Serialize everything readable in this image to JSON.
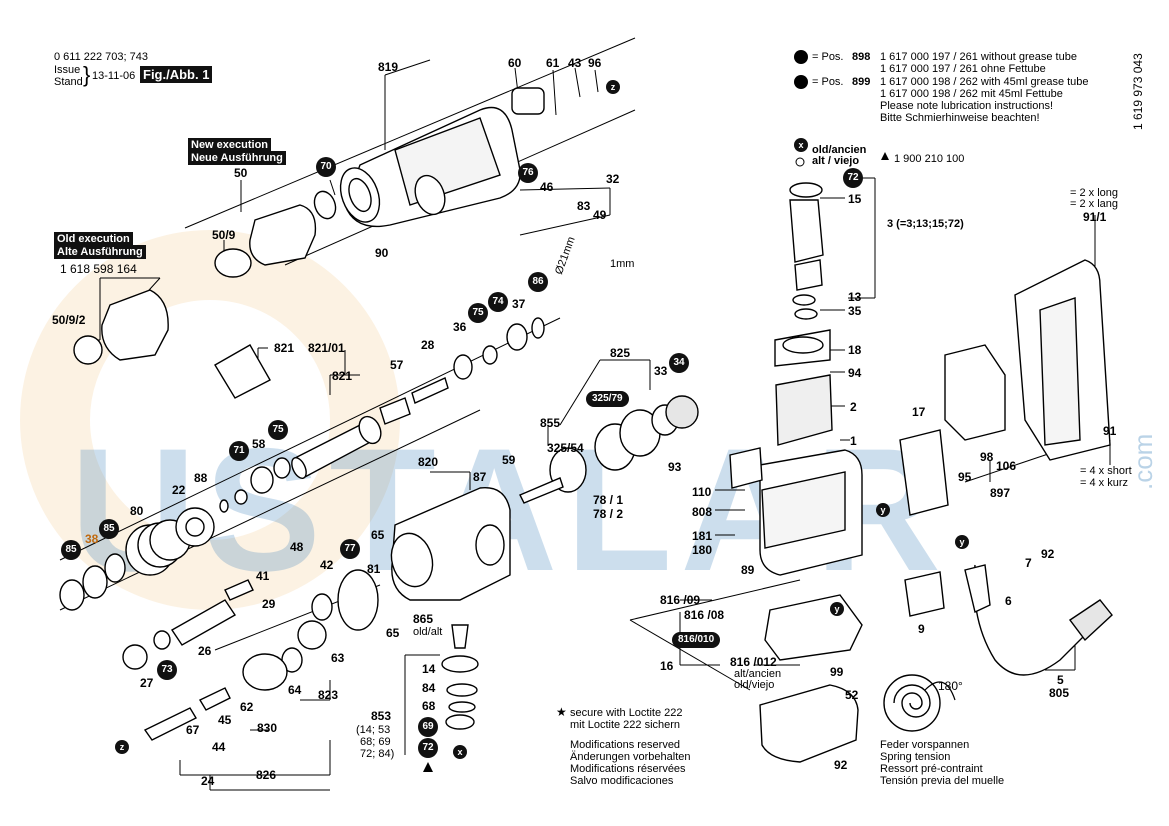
{
  "header": {
    "doc_number": "0 611 222 703; 743",
    "issue_label": "Issue",
    "stand_label": "Stand",
    "issue_date": "13-11-06",
    "fig_label": "Fig./Abb. 1",
    "side_code": "1 619 973 043"
  },
  "grease_note": {
    "pos898": "= Pos.",
    "pos898_num": "898",
    "pos899": "= Pos.",
    "pos899_num": "899",
    "line1": "1 617 000 197 / 261  without grease tube",
    "line2": "1 617 000 197 / 261  ohne Fettube",
    "line3": "1 617 000 198 / 262  with 45ml grease tube",
    "line4": "1 617 000 198 / 262  mit 45ml Fettube",
    "line5": "Please note lubrication instructions!",
    "line6": "Bitte Schmierhinweise beachten!"
  },
  "old_new_note": {
    "line1": "old/ancien",
    "line2": "alt / viejo",
    "part": "1 900 210 100"
  },
  "execution": {
    "new_en": "New execution",
    "new_de": "Neue Ausführung",
    "old_en": "Old execution",
    "old_de": "Alte Ausführung",
    "old_part": "1 618 598 164"
  },
  "lengths": {
    "long1": "= 2 x long",
    "long2": "= 2 x lang",
    "short1": "= 4 x short",
    "short2": "= 4 x kurz"
  },
  "loctite": {
    "line1": "secure with Loctite 222",
    "line2": "mit Loctite 222 sichern"
  },
  "modifications": [
    "Modifications reserved",
    "Änderungen vorbehalten",
    "Modifications réservées",
    "Salvo modificaciones"
  ],
  "spring_tension": [
    "Feder vorspannen",
    "Spring tension",
    "Ressort pré-contraint",
    "Tensión previa del muelle"
  ],
  "angle": "180°",
  "dims": {
    "d21": "Ø21mm",
    "d1": "1mm"
  },
  "labels": {
    "l819": "819",
    "l60": "60",
    "l61": "61",
    "l43": "43",
    "l96": "96",
    "l50": "50",
    "l50_9": "50/9",
    "l50_9_2": "50/9/2",
    "l90": "90",
    "l46": "46",
    "l32": "32",
    "l83": "83",
    "l49": "49",
    "l821": "821",
    "l821_01": "821/01",
    "l821b": "821",
    "l57": "57",
    "l28": "28",
    "l36": "36",
    "l37": "37",
    "l825": "825",
    "l33": "33",
    "l855": "855",
    "l325_54": "325/54",
    "l78_1": "78 / 1",
    "l78_2": "78 / 2",
    "l93": "93",
    "l88": "88",
    "l58": "58",
    "l22": "22",
    "l80": "80",
    "l820": "820",
    "l87": "87",
    "l59": "59",
    "l38": "38",
    "l48": "48",
    "l42": "42",
    "l81": "81",
    "l65": "65",
    "l65b": "65",
    "l865": "865",
    "old_alt": "old/alt",
    "l41": "41",
    "l29": "29",
    "l26": "26",
    "l63": "63",
    "l27": "27",
    "l62": "62",
    "l64": "64",
    "l823": "823",
    "l45": "45",
    "l830": "830",
    "l67": "67",
    "l44": "44",
    "l24": "24",
    "l826": "826",
    "l14": "14",
    "l84": "84",
    "l68": "68",
    "l853": "853",
    "l853_sub1": "(14; 53",
    "l853_sub2": "68; 69",
    "l853_sub3": "72; 84)",
    "l15": "15",
    "l3": "3 (=3;13;15;72)",
    "l13": "13",
    "l35": "35",
    "l18": "18",
    "l94": "94",
    "l2": "2",
    "l1": "1",
    "l110": "110",
    "l808": "808",
    "l181": "181",
    "l180": "180",
    "l17": "17",
    "l98": "98",
    "l106": "106",
    "l95": "95",
    "l897": "897",
    "l91": "91",
    "l91_1": "91/1",
    "l92": "92",
    "l7": "7",
    "l6": "6",
    "l5": "5",
    "l805": "805",
    "l89": "89",
    "l816_09": "816 /09",
    "l816_08": "816 /08",
    "l16": "16",
    "l816_012": "816 /012",
    "alt_ancien": "alt/ancien",
    "old_viejo": "old/viejo",
    "l99": "99",
    "l9": "9",
    "l52": "52",
    "l92b": "92"
  },
  "badges": {
    "b70": "70",
    "b76": "76",
    "b86": "86",
    "b74": "74",
    "b75": "75",
    "b34": "34",
    "b75b": "75",
    "b71": "71",
    "b85": "85",
    "b85b": "85",
    "b77": "77",
    "b73": "73",
    "b69": "69",
    "b72": "72",
    "b72b": "72",
    "bz": "z",
    "bz2": "z",
    "bx": "x",
    "bx2": "x",
    "by": "y",
    "by2": "y",
    "by3": "y"
  },
  "pills": {
    "p325_79": "325/79",
    "p816_010": "816/010"
  },
  "watermark": {
    "text": "USTALAR",
    "com": ".com"
  }
}
